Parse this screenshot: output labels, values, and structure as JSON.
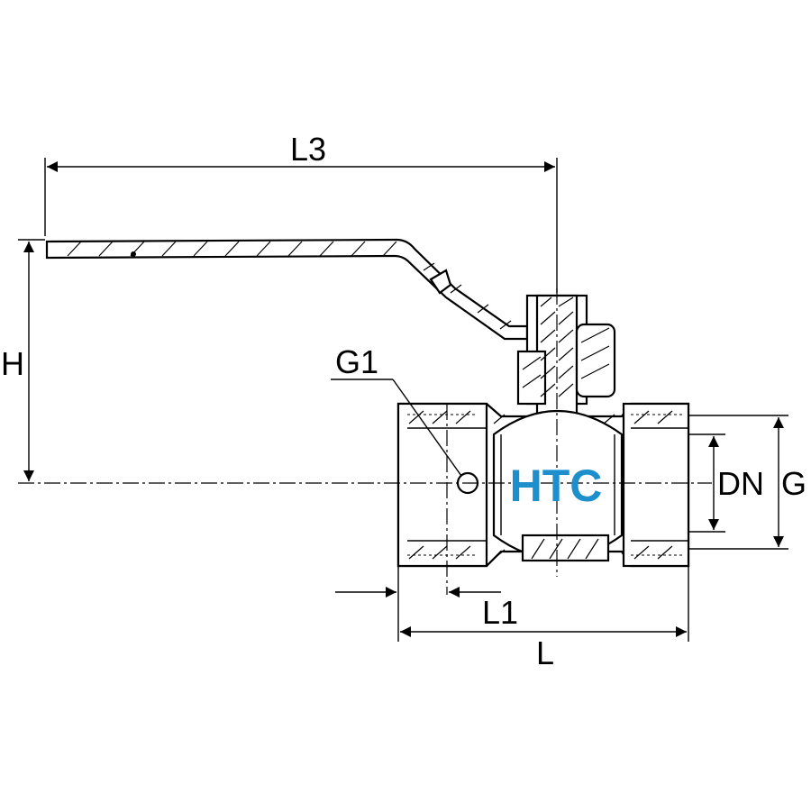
{
  "labels": {
    "l3": "L3",
    "h": "H",
    "g1": "G1",
    "dn": "DN",
    "g": "G",
    "l1": "L1",
    "l": "L"
  },
  "logo": {
    "text": "HTC",
    "color": "#1e8fcd"
  }
}
